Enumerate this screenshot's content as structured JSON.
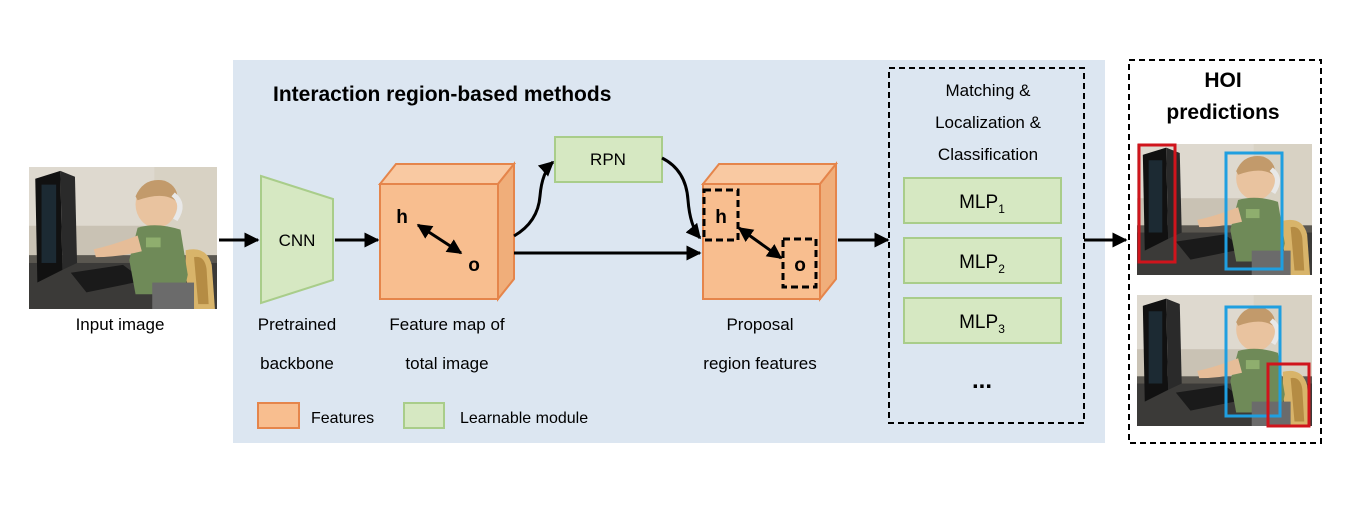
{
  "input": {
    "caption": "Input image"
  },
  "panel": {
    "title": "Interaction region-based methods"
  },
  "backbone": {
    "label": "CNN",
    "caption_line1": "Pretrained",
    "caption_line2": "backbone"
  },
  "feature_map": {
    "h": "h",
    "o": "o",
    "caption_line1": "Feature map of",
    "caption_line2": "total image"
  },
  "rpn": {
    "label": "RPN"
  },
  "proposal": {
    "h": "h",
    "o": "o",
    "caption_line1": "Proposal",
    "caption_line2": "region features"
  },
  "matching": {
    "title_line1": "Matching &",
    "title_line2": "Localization &",
    "title_line3": "Classification",
    "mlps": [
      {
        "base": "MLP",
        "sub": "1"
      },
      {
        "base": "MLP",
        "sub": "2"
      },
      {
        "base": "MLP",
        "sub": "3"
      }
    ],
    "ellipsis": "..."
  },
  "legend": {
    "features": "Features",
    "learnable": "Learnable module"
  },
  "hoi": {
    "title_line1": "HOI",
    "title_line2": "predictions"
  },
  "colors": {
    "panel_bg": "#dce6f1",
    "feature_fill": "#f8be8f",
    "feature_stroke": "#e5854b",
    "module_fill": "#d6e8c2",
    "module_stroke": "#a9cd8a",
    "human_box": "#1f9fe0",
    "object_box": "#d0141c"
  }
}
